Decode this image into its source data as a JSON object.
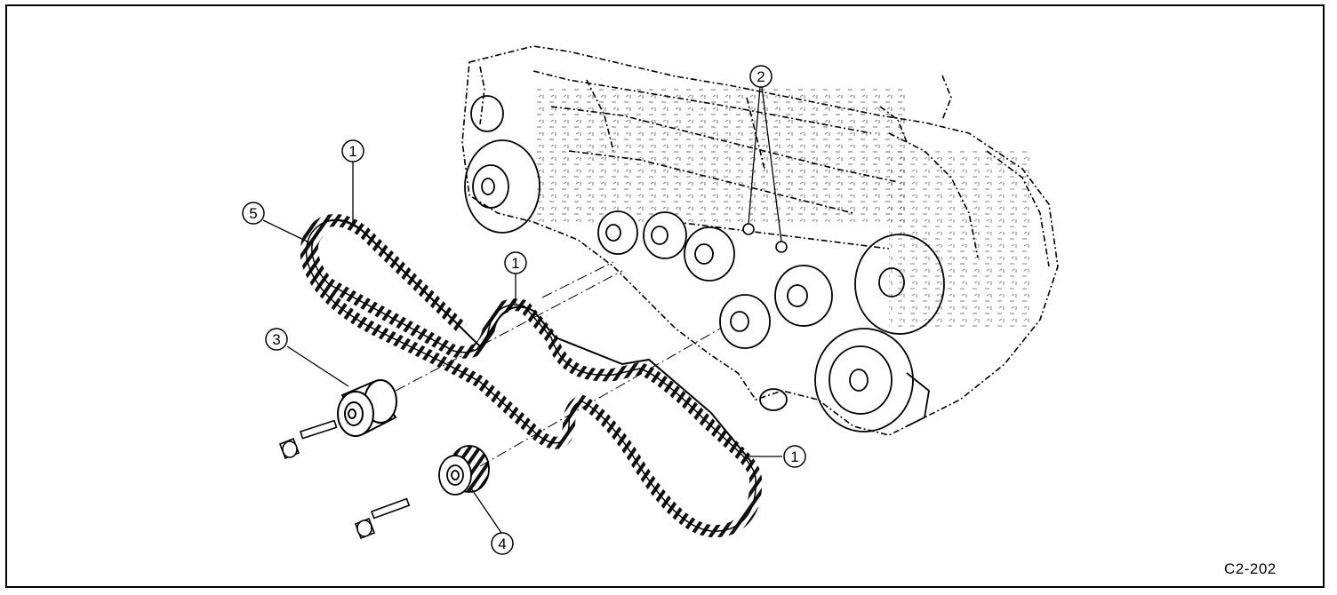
{
  "figure_code": "C2-202",
  "callouts": {
    "c1a": "1",
    "c1b": "1",
    "c1c": "1",
    "c2": "2",
    "c3": "3",
    "c4": "4",
    "c5": "5"
  }
}
